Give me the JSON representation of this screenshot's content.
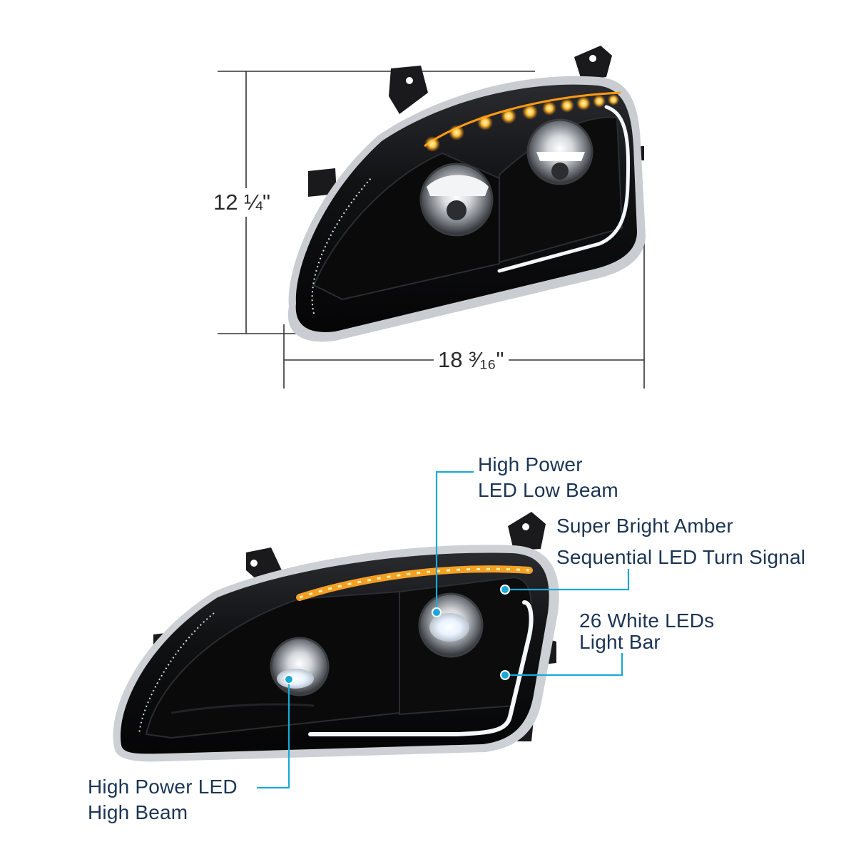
{
  "dimensions": {
    "height": "12 ¼\"",
    "width": "18 ³⁄₁₆\""
  },
  "callouts": {
    "low_beam": {
      "line1": "High Power",
      "line2": "LED Low Beam"
    },
    "turn_signal": {
      "line1": "Super Bright Amber",
      "line2": "Sequential LED Turn Signal"
    },
    "light_bar": {
      "line1": "26 White LEDs",
      "line2": "Light Bar"
    },
    "high_beam": {
      "line1": "High Power LED",
      "line2": "High Beam"
    }
  },
  "colors": {
    "callout_line": "#1aa8d8",
    "callout_text": "#1c3554",
    "dimension_line": "#333333",
    "housing": "#0c0c0e",
    "amber": "#ffb12a"
  },
  "icons": {
    "top_product": "headlight-assembly-icon",
    "bottom_product": "headlight-assembly-icon"
  }
}
